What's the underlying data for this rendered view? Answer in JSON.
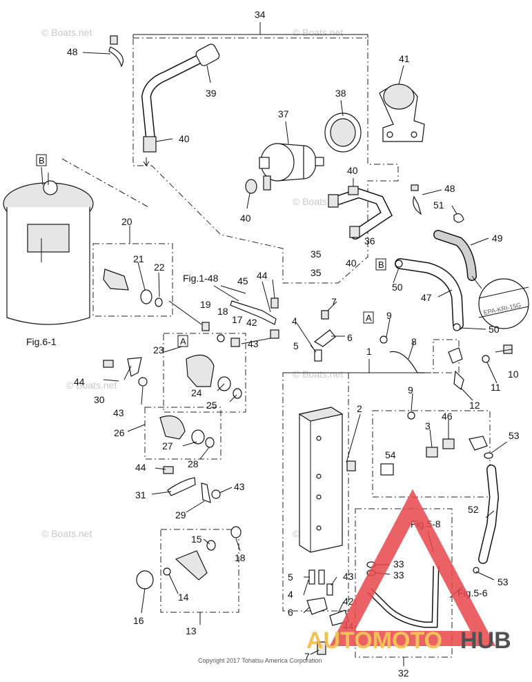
{
  "watermark": "© Boats.net",
  "copyright": "Copyright 2017 Tohatsu America Corporation",
  "logo": {
    "part1": "AUTOMOTO",
    "part2": "HUB",
    "triangle_color": "#e8474b",
    "accent": "#f4b63a"
  },
  "tag": "EPA-KRI-15G",
  "refs": {
    "fig1_48": "Fig.1-48",
    "fig6_1": "Fig.6-1",
    "fig5_8": "Fig.5-8",
    "fig5_6": "Fig.5-6"
  },
  "boxes": {
    "a": "A",
    "b": "B"
  },
  "callouts": {
    "c1": "1",
    "c2": "2",
    "c3": "3",
    "c4a": "4",
    "c4b": "4",
    "c5a": "5",
    "c5b": "5",
    "c6a": "6",
    "c6b": "6",
    "c7a": "7",
    "c7b": "7",
    "c8": "8",
    "c9a": "9",
    "c9b": "9",
    "c10": "10",
    "c11": "11",
    "c12": "12",
    "c13": "13",
    "c14": "14",
    "c15": "15",
    "c16": "16",
    "c17": "17",
    "c18a": "18",
    "c18b": "18",
    "c19": "19",
    "c20": "20",
    "c21": "21",
    "c22": "22",
    "c23": "23",
    "c24": "24",
    "c25": "25",
    "c26": "26",
    "c27": "27",
    "c28": "28",
    "c29": "29",
    "c30": "30",
    "c31": "31",
    "c32": "32",
    "c33a": "33",
    "c33b": "33",
    "c34": "34",
    "c35a": "35",
    "c35b": "35",
    "c36": "36",
    "c37": "37",
    "c38": "38",
    "c39": "39",
    "c40a": "40",
    "c40b": "40",
    "c40c": "40",
    "c40d": "40",
    "c41": "41",
    "c42a": "42",
    "c42b": "42",
    "c43a": "43",
    "c43b": "43",
    "c43c": "43",
    "c43d": "43",
    "c44a": "44",
    "c44b": "44",
    "c44c": "44",
    "c44d": "44",
    "c45": "45",
    "c46": "46",
    "c47": "47",
    "c48a": "48",
    "c48b": "48",
    "c49": "49",
    "c50a": "50",
    "c50b": "50",
    "c51": "51",
    "c52": "52",
    "c53a": "53",
    "c53b": "53",
    "c54": "54"
  }
}
